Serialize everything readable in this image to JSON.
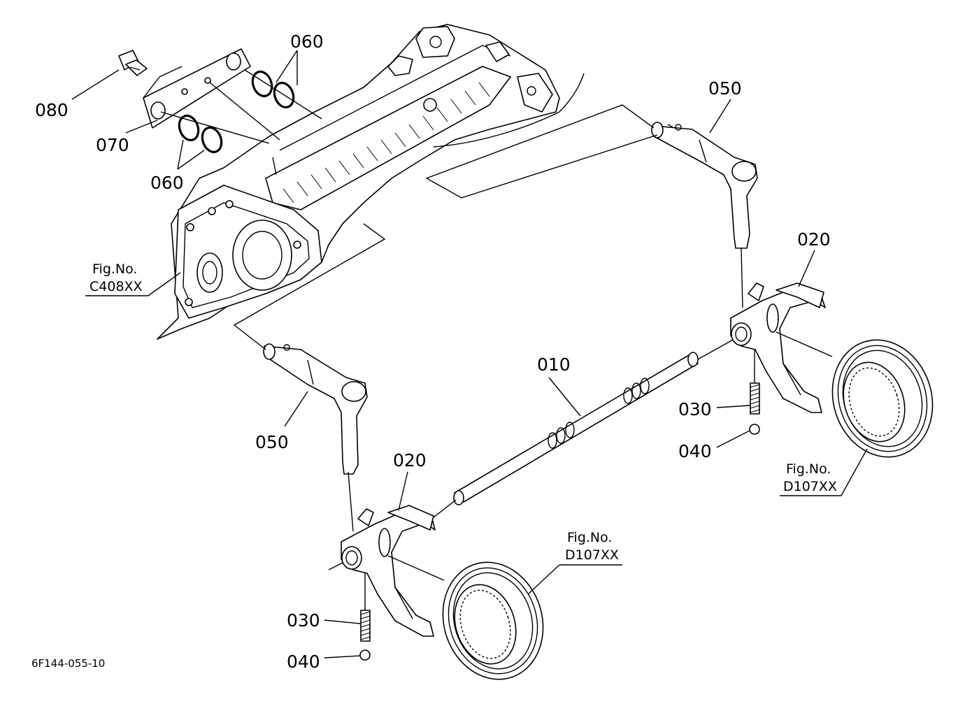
{
  "labels": {
    "p010": "010",
    "p020_right": "020",
    "p020_left": "020",
    "p030_right": "030",
    "p030_left": "030",
    "p040_right": "040",
    "p040_left": "040",
    "p050_right": "050",
    "p050_left": "050",
    "p060_top": "060",
    "p060_bottom": "060",
    "p070": "070",
    "p080": "080"
  },
  "fig_refs": {
    "c408": {
      "title": "Fig.No.",
      "code": "C408XX"
    },
    "d107_right": {
      "title": "Fig.No.",
      "code": "D107XX"
    },
    "d107_left": {
      "title": "Fig.No.",
      "code": "D107XX"
    }
  },
  "diagram_code": "6F144-055-10",
  "colors": {
    "line": "#000000",
    "background": "#ffffff"
  }
}
